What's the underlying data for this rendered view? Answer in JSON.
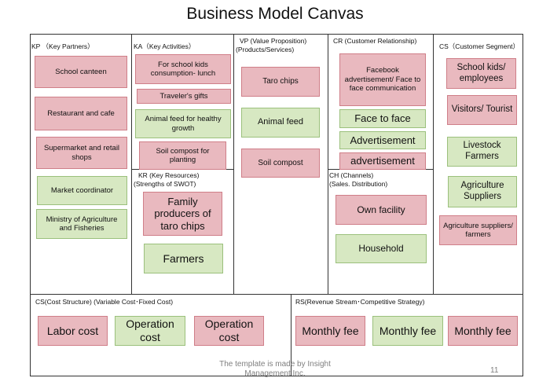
{
  "title": "Business Model Canvas",
  "sections": {
    "kp": "KP （Key Partners）",
    "ka": "KA（Key Activities）",
    "vp_line1": "VP (Value Proposition)",
    "vp_line2": "(Products/Services)",
    "cr": "CR (Customer Relationship)",
    "cs_segment": "CS（Customer Segment）",
    "kr_line1": "KR (Key Resources)",
    "kr_line2": "(Strengths of SWOT)",
    "ch_line1": "CH (Channels)",
    "ch_line2": "(Sales. Distribution)",
    "cost": "CS(Cost Structure) (Variable Cost･Fixed Cost)",
    "revenue": "RS(Revenue Stream･Competitive Strategy)"
  },
  "kp_items": [
    "School canteen",
    "Restaurant and cafe",
    "Supermarket and retail shops",
    "Market coordinator",
    "Ministry of Agriculture and Fisheries"
  ],
  "ka_items": [
    "For school kids consumption- lunch",
    "Traveler's gifts",
    "Animal feed for healthy growth",
    "Soil compost for planting"
  ],
  "kr_items": [
    "Family producers of taro chips",
    "Farmers"
  ],
  "vp_items": [
    "Taro chips",
    "Animal feed",
    "Soil compost"
  ],
  "cr_items": [
    "Facebook advertisement/ Face to face communication",
    "Face to face",
    "Advertisement",
    "advertisement"
  ],
  "ch_items": [
    "Own facility",
    "Household"
  ],
  "cs_items": [
    "School kids/ employees",
    "Visitors/ Tourist",
    "Livestock Farmers",
    "Agriculture Suppliers",
    "Agriculture suppliers/ farmers"
  ],
  "cost_items": [
    "Labor cost",
    "Operation cost",
    "Operation cost"
  ],
  "revenue_items": [
    "Monthly fee",
    "Monthly fee",
    "Monthly fee"
  ],
  "footer": "The template is made by Insight Management Inc.",
  "page_number": "11",
  "colors": {
    "pink_fill": "#e9b9bf",
    "pink_border": "#cf7e88",
    "green_fill": "#d7e8c2",
    "green_border": "#9bc07c"
  }
}
